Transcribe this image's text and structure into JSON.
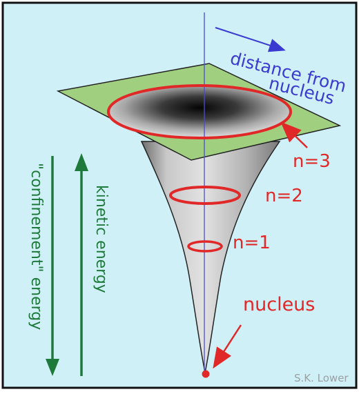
{
  "labels": {
    "distance_line1": "distance from",
    "distance_line2": "nucleus",
    "n3": "n=3",
    "n2": "n=2",
    "n1": "n=1",
    "nucleus": "nucleus",
    "confinement_energy": "\"confinement\" energy",
    "kinetic_energy": "kinetic energy",
    "credit": "S.K. Lower"
  },
  "colors": {
    "background": "#cff0f7",
    "frame_border": "#111111",
    "plane": "#9fcf7f",
    "axis": "#4a4adb",
    "label_blue": "#3a3ad0",
    "red": "#e02828",
    "green_text": "#1e7a3a",
    "credit": "#9aa0a3"
  }
}
